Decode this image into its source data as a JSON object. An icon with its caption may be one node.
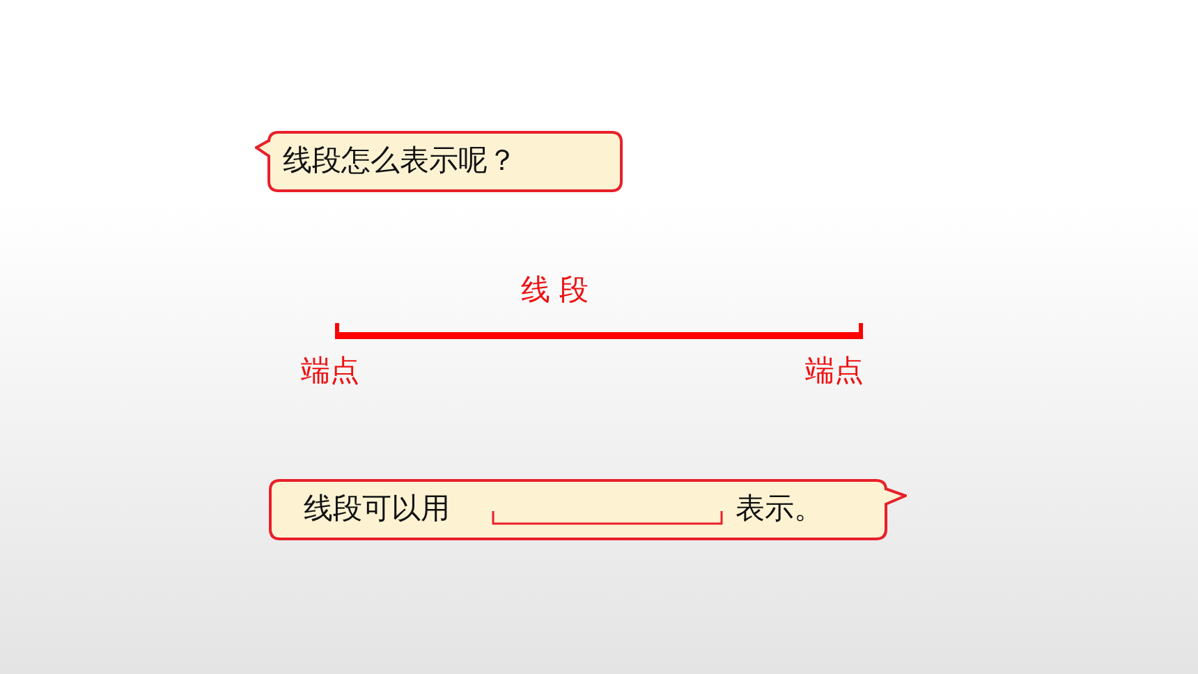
{
  "diagram": {
    "nodes": [
      {
        "text": [
          "线段怎么表示呢？"
        ]
      },
      {
        "text": [
          "线段可以用",
          "表示。"
        ]
      }
    ],
    "labels": [
      "线 段",
      "端点",
      "端点"
    ]
  }
}
